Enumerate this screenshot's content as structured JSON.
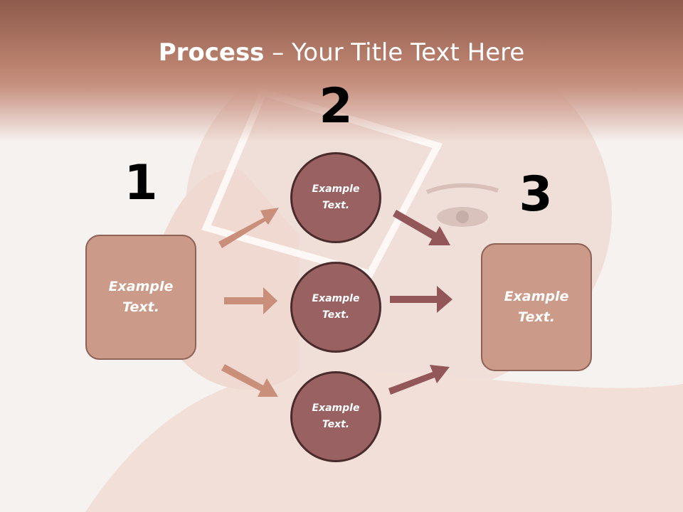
{
  "title": {
    "bold": "Process",
    "rest": " – Your Title Text Here"
  },
  "steps": [
    {
      "number": "1",
      "label": "Example Text."
    },
    {
      "number": "2",
      "label": "Example Text."
    },
    {
      "number": "3",
      "label": "Example Text."
    }
  ],
  "circles": [
    {
      "label": "Example Text."
    },
    {
      "label": "Example Text."
    },
    {
      "label": "Example Text."
    }
  ],
  "colors": {
    "header": "#b9806d",
    "box_fill": "#cc9a88",
    "circle_fill": "#9a6163",
    "arrow_light": "#c98f7b",
    "arrow_dark": "#935659"
  }
}
